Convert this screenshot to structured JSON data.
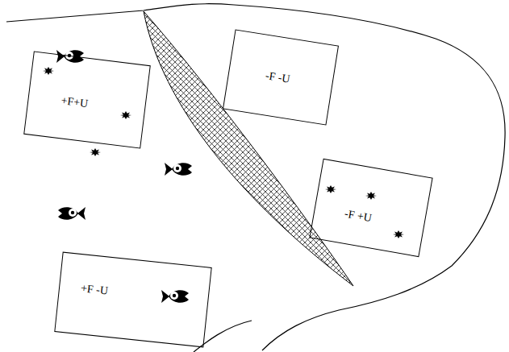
{
  "diagram": {
    "nodes": [
      {
        "text": [
          "+F+U"
        ]
      },
      {
        "text": [
          "-F -U"
        ]
      },
      {
        "text": [
          "-F +U"
        ]
      },
      {
        "text": [
          "+F -U"
        ]
      }
    ]
  }
}
